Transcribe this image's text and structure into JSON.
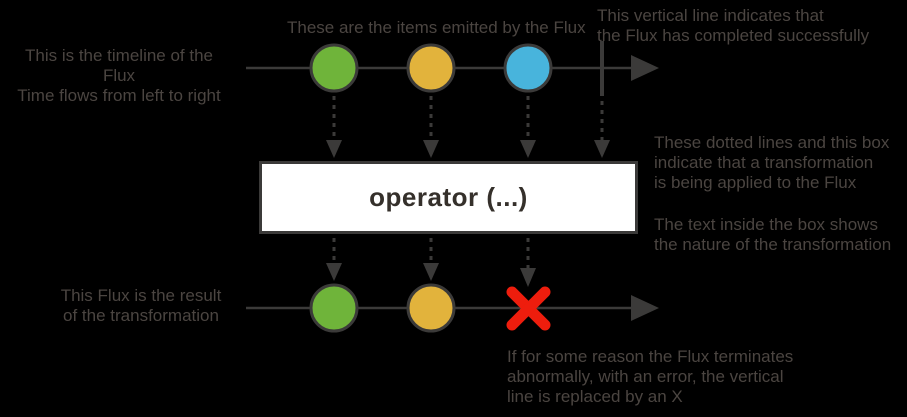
{
  "colors": {
    "background": "#000000",
    "line": "#3b3a39",
    "annotation_text": "#4b4541",
    "item_green": "#6fb43a",
    "item_yellow": "#e2b33c",
    "item_blue": "#48b4dc",
    "error_red": "#ee1d0d",
    "operator_box_bg": "#ffffff",
    "operator_text": "#35302b"
  },
  "operator": {
    "label": "operator (...)"
  },
  "annotations": {
    "timeline": "This is the timeline of the Flux\nTime flows from left to right",
    "items": "These are the items emitted by the Flux",
    "completion": "This vertical line indicates that\nthe Flux has completed successfully",
    "transformation": "These dotted lines and this box\nindicate that a transformation\nis being applied to the Flux",
    "box_text": "The text inside the box shows\nthe nature of the transformation",
    "result": "This Flux is the result\nof the transformation",
    "error": "If for some reason the Flux terminates\nabnormally, with an error, the vertical\nline is replaced by an X"
  },
  "diagram": {
    "source_flux": {
      "items": [
        "green",
        "yellow",
        "blue"
      ],
      "terminal": "complete"
    },
    "result_flux": {
      "items": [
        "green",
        "yellow"
      ],
      "terminal": "error"
    }
  }
}
